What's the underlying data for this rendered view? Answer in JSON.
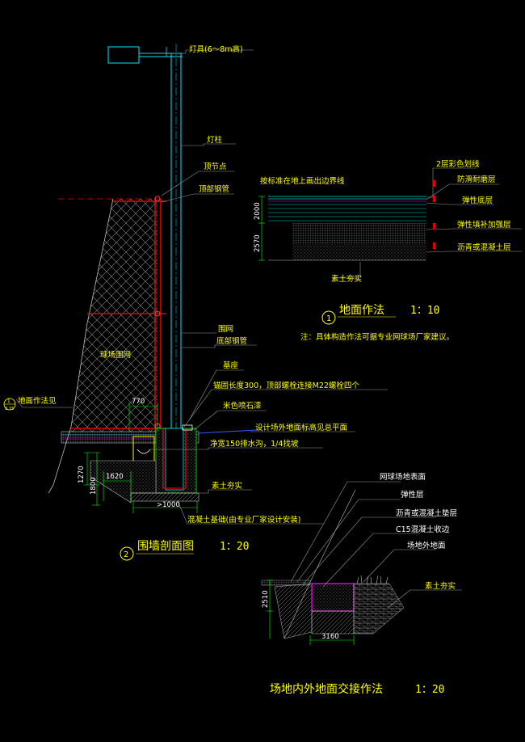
{
  "colors": {
    "background": "#000000",
    "text": "#ffff00",
    "dimension_text": "#ffffff",
    "lamp_pole": "#00e5ff",
    "fence_frame": "#e00000",
    "leader_lines": "#9a9a9a",
    "layer_lines": "#00d0d0",
    "layer_edge": "#ff00ff"
  },
  "section_fence": {
    "labels": {
      "lamp": "灯具(6～8m高)",
      "pole": "灯柱",
      "top_node": "顶节点",
      "top_pipe": "顶部钢管",
      "net": "围网",
      "bottom_pipe": "底部钢管",
      "base": "基座",
      "anchor": "锚固长度300，顶部螺栓连接M22螺栓四个",
      "stone_paint": "米色喷石漆",
      "outside_ground": "设计场外地面标高见总平面",
      "drain": "净宽150排水沟，1/4找坡",
      "compacted_soil": "素土夯实",
      "concrete_footing": "混凝土基础(由专业厂家设计安装)",
      "court_fence": "球场围网",
      "ground_ref": "地面作法见"
    },
    "ref_bubble": {
      "num": "1",
      "sheet": "2.15"
    },
    "dims": {
      "d770": "770",
      "d1620": "1620",
      "d1270": "1270",
      "d1800": "1800",
      "d1000": ">1000"
    },
    "title": {
      "num": "2",
      "text": "围墙剖面图",
      "scale": "1：20"
    }
  },
  "section_ground": {
    "labels": {
      "boundary": "按标准在地上画出边界线",
      "lines": "2层彩色划线",
      "anti_slip": "防滑耐磨层",
      "elastic_base": "弹性底层",
      "elastic_fill": "弹性填补加强层",
      "asphalt": "沥青或混凝土层",
      "soil": "素土夯实"
    },
    "dims": {
      "d2000": "2000",
      "d2570": "2570"
    },
    "title": {
      "num": "1",
      "text": "地面作法",
      "scale": "1：10"
    },
    "note": "注：具体构造作法可据专业网球场厂家建议。"
  },
  "section_junction": {
    "labels": {
      "surface": "网球场地表面",
      "elastic": "弹性层",
      "asphalt_cushion": "沥青或混凝土垫层",
      "c15_edge": "C15混凝土收边",
      "outside": "场地外地面",
      "soil": "素土夯实"
    },
    "dims": {
      "d2510": "2510",
      "d3160": "3160"
    },
    "title": {
      "text": "场地内外地面交接作法",
      "scale": "1：20"
    }
  }
}
